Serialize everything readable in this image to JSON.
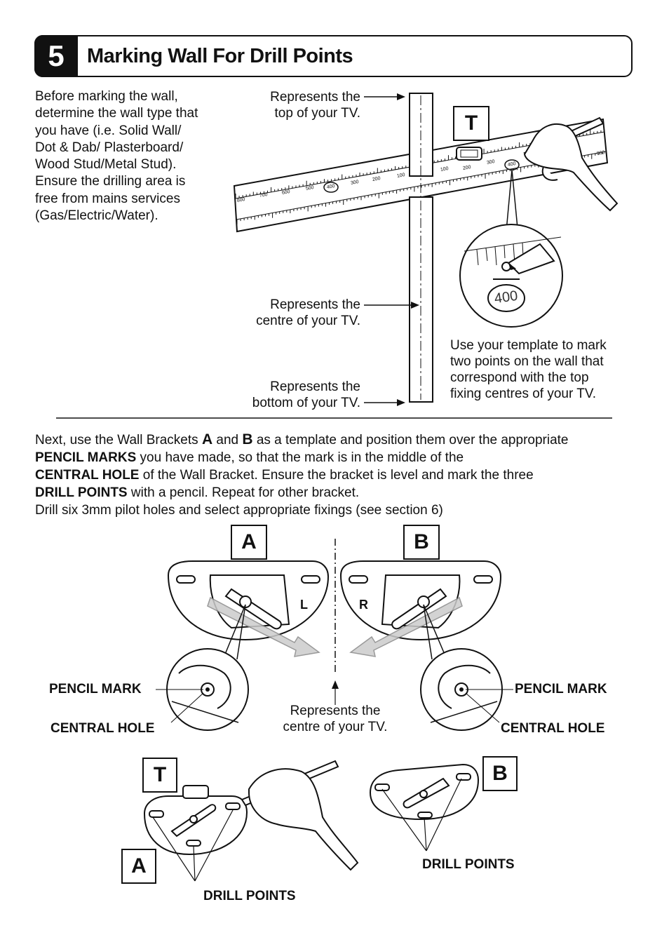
{
  "header": {
    "step": "5",
    "title": "Marking Wall For Drill Points"
  },
  "intro": [
    "Before marking the wall,",
    "determine the wall type that",
    "you have (i.e. Solid Wall/",
    "Dot & Dab/ Plasterboard/",
    "Wood Stud/Metal Stud).",
    "Ensure the drilling area is",
    "free from mains services",
    "(Gas/Electric/Water)."
  ],
  "template_labels": {
    "top": [
      "Represents the",
      "top of your TV."
    ],
    "centre": [
      "Represents the",
      "centre of your TV."
    ],
    "bottom": [
      "Represents the",
      "bottom of your TV."
    ],
    "box_t": "T",
    "circle_value": "400",
    "ruler_numbers": [
      "800",
      "700",
      "600",
      "500",
      "400",
      "300",
      "200",
      "100",
      "100",
      "200",
      "300",
      "400",
      "800"
    ],
    "note": [
      "Use your template to mark",
      "two points on the wall that",
      "correspond with the top",
      "fixing centres of your TV."
    ]
  },
  "instructions": {
    "l1_a": "Next, use the Wall Brackets ",
    "l1_b": "A",
    "l1_c": " and ",
    "l1_d": "B",
    "l1_e": " as a template and position them over the appropriate",
    "l2_b": "PENCIL MARKS",
    "l2_t": " you have made, so that the mark is in the middle of the",
    "l3_b": "CENTRAL HOLE",
    "l3_t": " of the Wall Bracket. Ensure the bracket is level and mark the three",
    "l4_b": "DRILL POINTS",
    "l4_t": " with a pencil. Repeat for other bracket.",
    "l5": "Drill six 3mm pilot holes and select appropriate fixings (see section 6)"
  },
  "brackets": {
    "box_a": "A",
    "box_b": "B",
    "left_letter": "L",
    "right_letter": "R",
    "pencil_mark": "PENCIL MARK",
    "central_hole": "CENTRAL HOLE",
    "centre": [
      "Represents the",
      "centre of your TV."
    ]
  },
  "bottom": {
    "box_t": "T",
    "box_a": "A",
    "box_b": "B",
    "drill_points_left": "DRILL POINTS",
    "drill_points_right": "DRILL POINTS"
  }
}
